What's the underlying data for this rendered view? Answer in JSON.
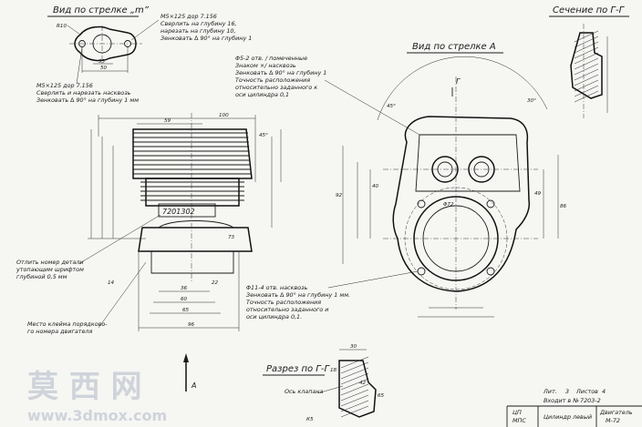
{
  "views": {
    "arrow_m_title": "Вид по стрелке „m”",
    "arrow_a_title": "Вид по стрелке A",
    "section_gg_title": "Сечение по Г-Г",
    "cut_gg_title": "Разрез по Г-Г",
    "section_mark": "Г",
    "arrow_a_letter": "A"
  },
  "notes": {
    "m_top": [
      "M5×125  дор 7.156",
      "Сверлить на глубину 16,",
      "нарезать на глубину 10,",
      "Зенковать ∆ 90° на глубину 1"
    ],
    "m_bottom": [
      "M5×125  дор 7.156",
      "Сверлить и нарезать насквозь",
      "Зенковать ∆ 90° на глубину 1 мм"
    ],
    "holes_top": [
      "Φ5-2 отв. / помеченные",
      "Знаком ×/ насквозь",
      "Зенковать ∆ 90° на глубину 1",
      "Точность расположения",
      "относительно заданного к",
      "оси цилиндра  0,1"
    ],
    "holes_bottom": [
      "Φ11-4 отв. насквозь",
      "Зенковать ∆ 90° на глубину 1 мм.",
      "Точность расположения",
      "относительно заданного и",
      "оси цилиндра  0,1."
    ],
    "stamp": [
      "Отлить  номер детали",
      "утопающим шрифтом",
      "глубиной 0,5 мм"
    ],
    "brand": [
      "Место клейма порядково-",
      "го номера двигателя"
    ],
    "part_number": "7201302",
    "valve_axis": "Ось клапана"
  },
  "dimensions": {
    "top_overall": "100",
    "top_left": "59",
    "side_45": "45°",
    "side_65": "65",
    "side_96": "96",
    "side_36": "36",
    "side_60": "60",
    "side_73": "73",
    "side_22": "22",
    "side_14": "14",
    "bore_dia": "Φ72",
    "a_left_92": "92",
    "a_left_40": "40",
    "a_right_86": "86",
    "a_right_49": "49",
    "a_top_45": "45°",
    "a_top_30": "30°",
    "flange_10": "R10",
    "flange_50": "50",
    "flange_33": "33",
    "cut_30": "30",
    "cut_42": "42",
    "cut_65": "65",
    "cut_18": "18",
    "cut_k5": "К5"
  },
  "title_block": {
    "sheet_label": "Лит.",
    "sheet_no": "3",
    "sheets_label": "Листов",
    "sheets_total": "4",
    "enters_label": "Входит в №",
    "enters_no": "7203-2",
    "part_name": "Цилиндр левый",
    "engine": "Двигатель",
    "engine_model": "М-72",
    "code": "ЦП",
    "code2": "МПС"
  },
  "watermark": {
    "cn": "莫 西 网",
    "url": "www.3dmox.com"
  }
}
